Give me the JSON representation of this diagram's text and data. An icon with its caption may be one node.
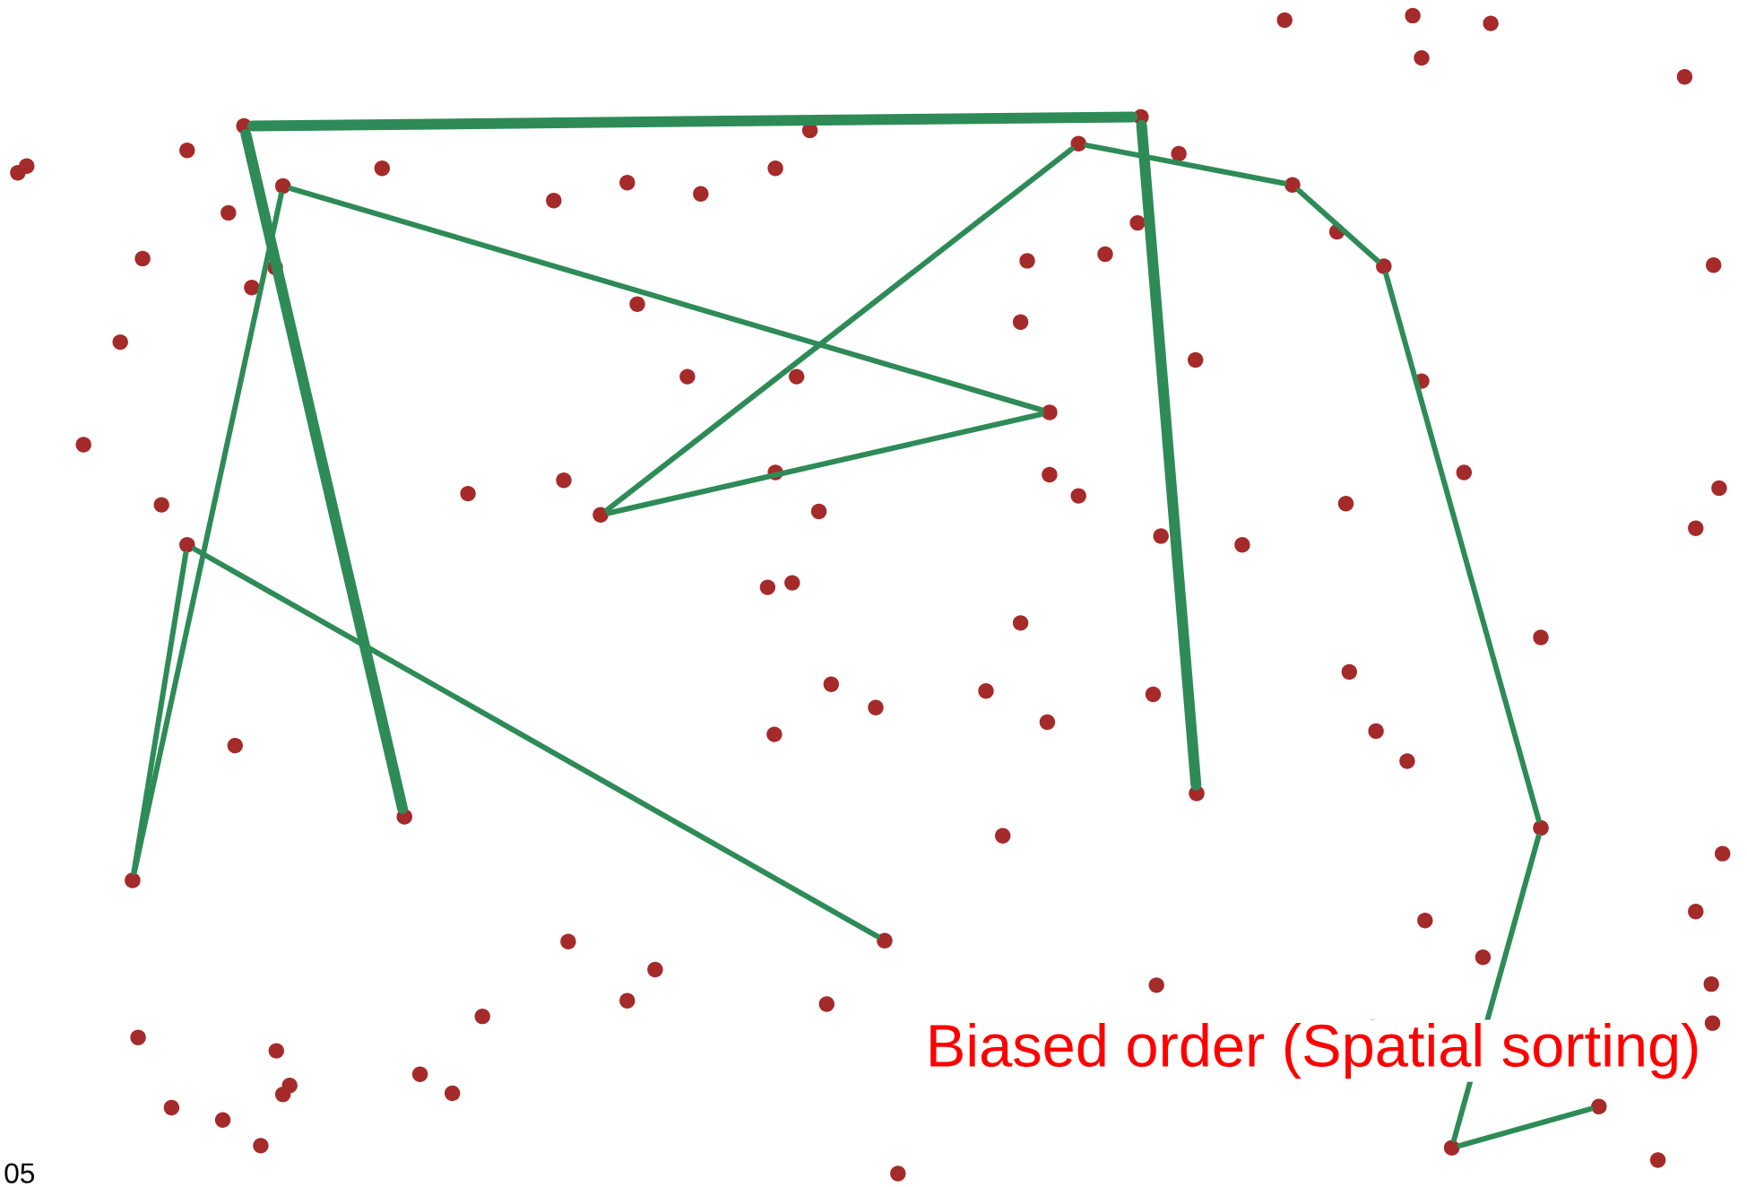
{
  "diagram": {
    "nodes": [
      {
        "text": [],
        "shape": "circle"
      },
      {
        "text": [],
        "shape": "circle"
      },
      {
        "text": [],
        "shape": "circle"
      },
      {
        "text": [],
        "shape": "circle"
      },
      {
        "text": [],
        "shape": "circle"
      },
      {
        "text": [],
        "shape": "circle"
      },
      {
        "text": [],
        "shape": "circle"
      },
      {
        "text": [],
        "shape": "circle"
      },
      {
        "text": [],
        "shape": "circle"
      },
      {
        "text": [],
        "shape": "circle"
      },
      {
        "text": [],
        "shape": "circle"
      },
      {
        "text": [],
        "shape": "circle"
      },
      {
        "text": [],
        "shape": "circle"
      },
      {
        "text": [],
        "shape": "circle"
      },
      {
        "text": [],
        "shape": "circle"
      },
      {
        "text": [],
        "shape": "circle"
      }
    ],
    "edges": [
      {
        "from": 0,
        "to": 1,
        "arrow": "none"
      },
      {
        "from": 1,
        "to": 2,
        "arrow": "none"
      },
      {
        "from": 2,
        "to": 3,
        "arrow": "none"
      },
      {
        "from": 3,
        "to": 4,
        "arrow": "none"
      },
      {
        "from": 4,
        "to": 5,
        "arrow": "none"
      },
      {
        "from": 5,
        "to": 6,
        "arrow": "none"
      },
      {
        "from": 6,
        "to": 7,
        "arrow": "none"
      },
      {
        "from": 7,
        "to": 8,
        "arrow": "none"
      },
      {
        "from": 8,
        "to": 9,
        "arrow": "none"
      },
      {
        "from": 9,
        "to": 10,
        "arrow": "none"
      },
      {
        "from": 10,
        "to": 11,
        "arrow": "none"
      },
      {
        "from": 12,
        "to": 13,
        "arrow": "none",
        "style": "thick"
      },
      {
        "from": 13,
        "to": 14,
        "arrow": "none",
        "style": "thick"
      },
      {
        "from": 14,
        "to": 15,
        "arrow": "none",
        "style": "thick"
      }
    ],
    "labels": [
      "Biased order (Spatial sorting)",
      "05"
    ]
  }
}
